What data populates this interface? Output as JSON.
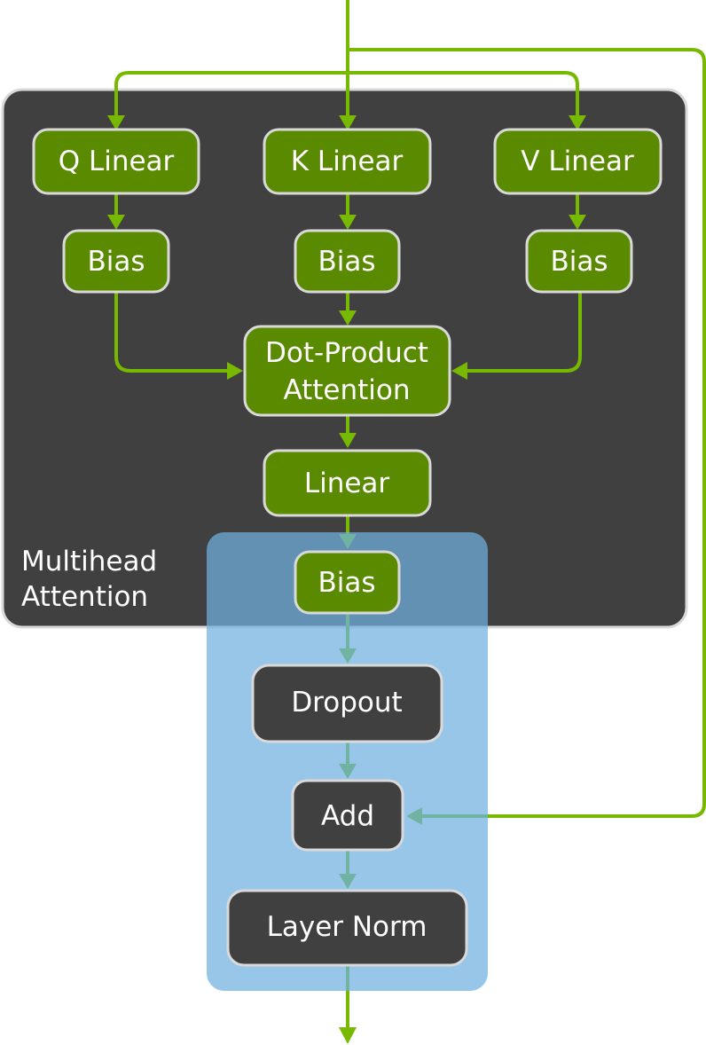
{
  "diagram": {
    "panel_label": {
      "line1": "Multihead",
      "line2": "Attention"
    },
    "nodes": {
      "q_linear": "Q Linear",
      "k_linear": "K Linear",
      "v_linear": "V Linear",
      "q_bias": "Bias",
      "k_bias": "Bias",
      "v_bias": "Bias",
      "dot_product_line1": "Dot-Product",
      "dot_product_line2": "Attention",
      "out_linear": "Linear",
      "out_bias": "Bias",
      "dropout": "Dropout",
      "add": "Add",
      "layer_norm": "Layer Norm"
    },
    "colors": {
      "green_node": "#5a8a00",
      "arrow": "#76b900",
      "dark_panel": "#404040",
      "fused_highlight": "#6fb0e0",
      "node_border": "#d9d9d9"
    }
  }
}
